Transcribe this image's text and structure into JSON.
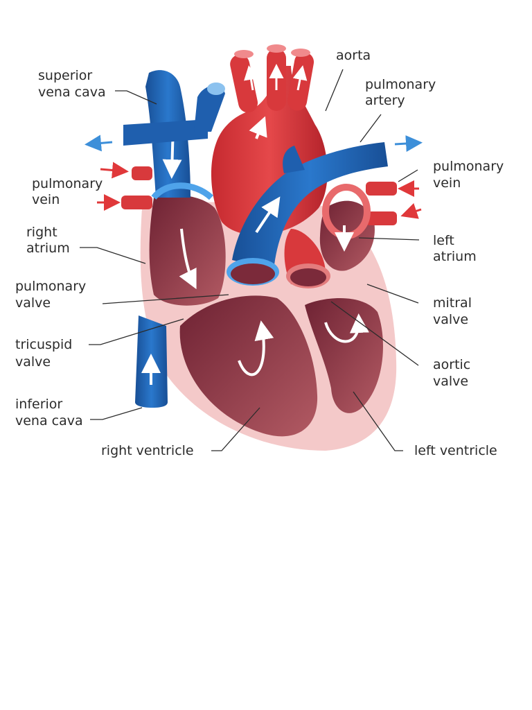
{
  "labels": {
    "aorta": "aorta",
    "pulmonary_artery": [
      "pulmonary",
      "artery"
    ],
    "superior_vena_cava": [
      "superior",
      "vena cava"
    ],
    "pulmonary_vein_left": [
      "pulmonary",
      "vein"
    ],
    "pulmonary_vein_right": [
      "pulmonary",
      "vein"
    ],
    "right_atrium": [
      "right",
      "atrium"
    ],
    "left_atrium": [
      "left",
      "atrium"
    ],
    "pulmonary_valve": [
      "pulmonary",
      "valve"
    ],
    "mitral_valve": [
      "mitral",
      "valve"
    ],
    "tricuspid_valve": [
      "tricuspid",
      "valve"
    ],
    "aortic_valve": [
      "aortic",
      "valve"
    ],
    "inferior_vena_cava": [
      "inferior",
      "vena cava"
    ],
    "right_ventricle": "right ventricle",
    "left_ventricle": "left ventricle"
  },
  "colors": {
    "deoxygenated_vessel": "#1f5fae",
    "oxygenated_vessel": "#d8393c",
    "chamber": "#8c3a4a",
    "pericardium": "#f4c9c9",
    "arrow_blue": "#3d8fd9",
    "arrow_red": "#e0383a"
  }
}
